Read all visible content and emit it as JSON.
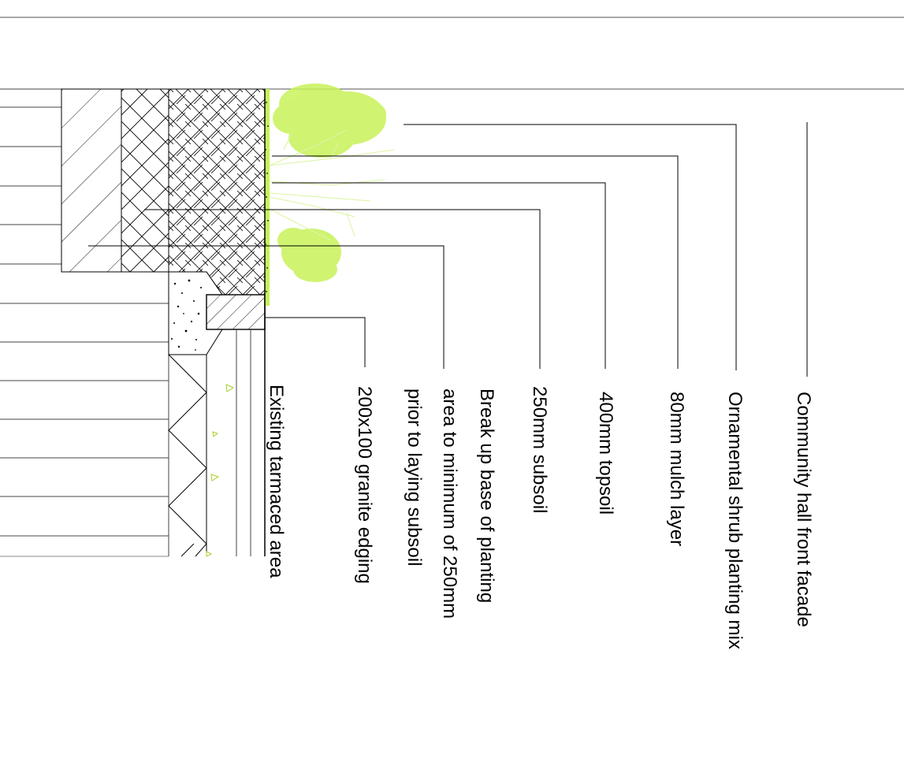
{
  "labels": {
    "community_hall": "Community hall front facade",
    "ornamental_shrub": "Ornamental shrub planting mix",
    "mulch": "80mm mulch layer",
    "topsoil": "400mm topsoil",
    "subsoil": "250mm subsoil",
    "break_up_line1": "Break up base of planting",
    "break_up_line2": "area to minimum of 250mm",
    "break_up_line3": "prior to laying subsoil",
    "granite_edging": "200x100 granite edging",
    "tarmac": "Existing tarmaced area"
  },
  "colors": {
    "plant": "#c8f25a",
    "line": "#000000"
  }
}
